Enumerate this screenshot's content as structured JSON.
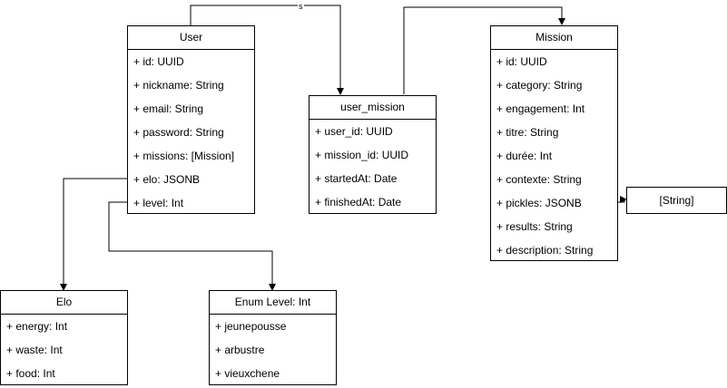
{
  "classes": {
    "user": {
      "title": "User",
      "fields": [
        "+ id: UUID",
        "+ nickname: String",
        "+ email: String",
        "+ password: String",
        "+ missions: [Mission]",
        "+ elo: JSONB",
        "+ level: Int"
      ]
    },
    "user_mission": {
      "title": "user_mission",
      "fields": [
        "+ user_id: UUID",
        "+ mission_id: UUID",
        "+ startedAt: Date",
        "+ finishedAt: Date"
      ]
    },
    "mission": {
      "title": "Mission",
      "fields": [
        "+ id: UUID",
        "+ category: String",
        "+ engagement: Int",
        "+ titre: String",
        "+ durée: Int",
        "+ contexte: String",
        "+ pickles: JSONB",
        "+ results: String",
        "+ description: String"
      ]
    },
    "elo": {
      "title": "Elo",
      "fields": [
        "+ energy: Int",
        "+ waste: Int",
        "+ food: Int"
      ]
    },
    "enum_level": {
      "title": "Enum Level: Int",
      "fields": [
        "+ jeunepousse",
        "+ arbustre",
        "+ vieuxchene"
      ]
    }
  },
  "string_box": {
    "label": "[String]"
  },
  "edges": {
    "user_to_user_mission_label": "s"
  }
}
